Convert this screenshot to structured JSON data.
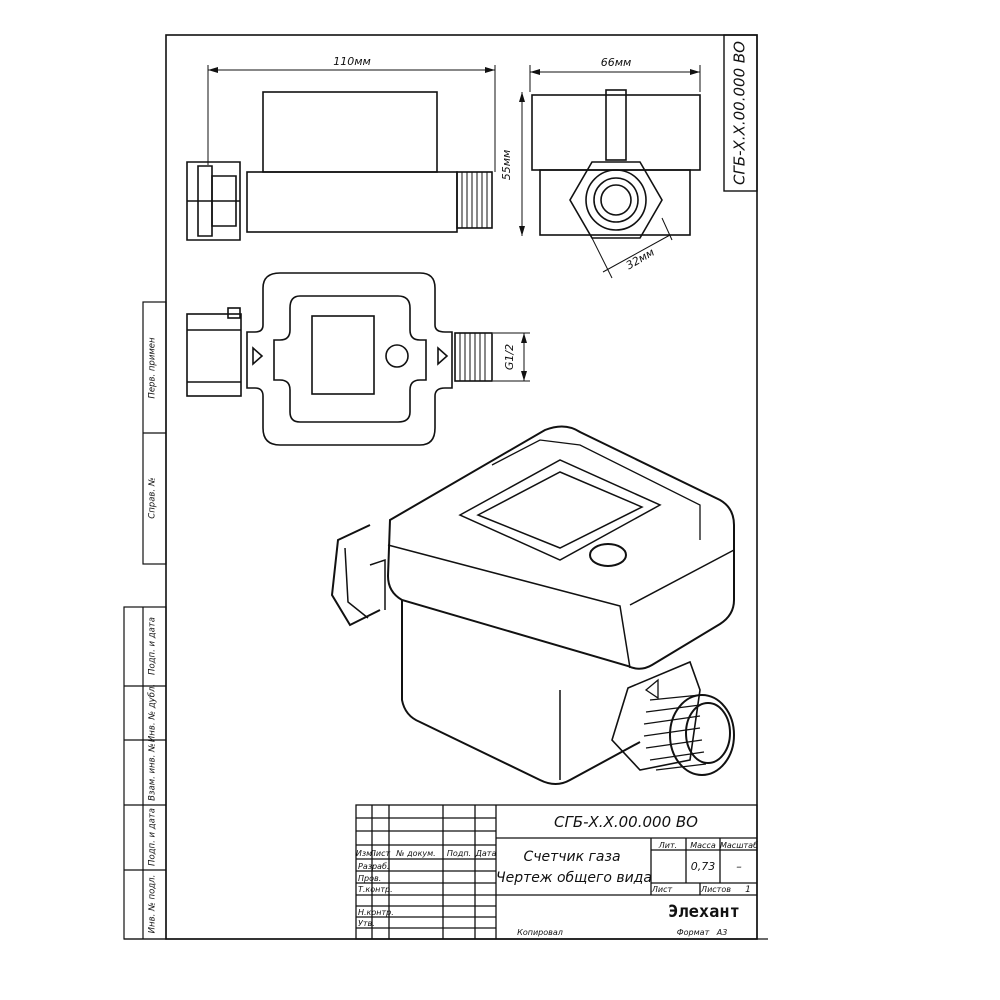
{
  "dimensions": {
    "length": "110мм",
    "width": "66мм",
    "height": "55мм",
    "hex": "32мм",
    "thread": "G1/2"
  },
  "stamp_vertical": "СГБ-Х.Х.00.000 ВО",
  "side_columns": [
    "Перв. примен",
    "Справ. №",
    "Подп. и дата",
    "Инв. № дубл.",
    "Взам. инв. №",
    "Подп. и дата",
    "Инв. № подл."
  ],
  "title_block": {
    "designation": "СГБ-Х.Х.00.000 ВО",
    "name_line1": "Счетчик газа",
    "name_line2": "Чертеж общего вида",
    "header_cells": [
      "Изм",
      "Лист",
      "№ докум.",
      "Подп.",
      "Дата"
    ],
    "row_labels": [
      "Разраб.",
      "Пров.",
      "Т.контр.",
      "",
      "Н.контр.",
      "Утв."
    ],
    "lit_label": "Лит.",
    "mass_label": "Масса",
    "scale_label": "Масштаб",
    "mass_value": "0,73",
    "scale_value": "–",
    "sheet_label": "Лист",
    "sheets_label": "Листов",
    "sheets_value": "1",
    "company": "Элехант",
    "copied": "Копировал",
    "format_label": "Формат",
    "format_value": "А3"
  }
}
